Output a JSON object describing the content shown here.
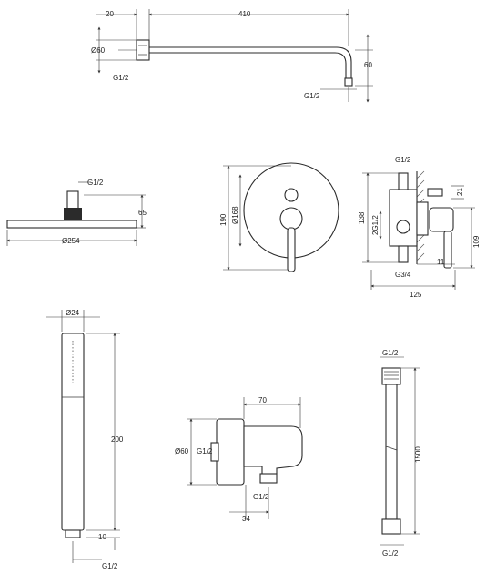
{
  "shower_arm": {
    "d_wall": "20",
    "d_length": "410",
    "d_diameter": "Ø60",
    "d_thread": "G1/2",
    "d_drop": "60",
    "d_outlet": "G1/2"
  },
  "head": {
    "d_thread": "G1/2",
    "d_height": "65",
    "d_diameter": "Ø254"
  },
  "mixer_front": {
    "d_height": "190",
    "d_plate": "Ø168"
  },
  "mixer_side": {
    "d_top": "G1/2",
    "d_right": "21",
    "d_body": "138",
    "d_inlets": "2G1/2",
    "d_right_h": "109",
    "d_bottom": "G3/4",
    "d_offset": "11",
    "d_width": "125"
  },
  "hand_shower": {
    "d_diameter": "Ø24",
    "d_length": "200",
    "d_base": "10",
    "d_thread": "G1/2"
  },
  "elbow": {
    "d_width": "70",
    "d_diameter": "Ø60",
    "d_thread_left": "G1/2",
    "d_thread_bottom": "G1/2",
    "d_offset": "34"
  },
  "hose": {
    "d_top": "G1/2",
    "d_length": "1500",
    "d_bottom": "G1/2"
  }
}
